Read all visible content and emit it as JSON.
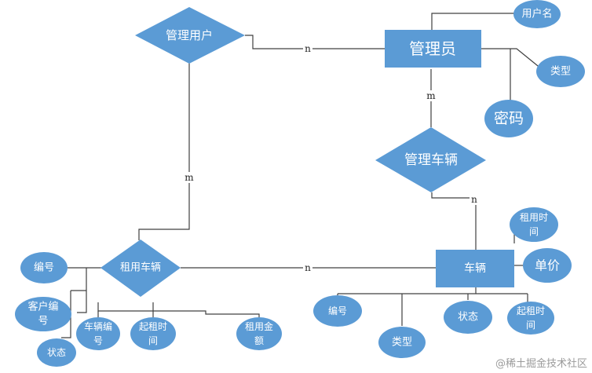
{
  "diagram": {
    "entities": {
      "admin": "管理员",
      "vehicle": "车辆"
    },
    "relationships": {
      "manage_users": "管理用户",
      "manage_vehicles": "管理车辆",
      "rent_vehicle": "租用车辆"
    },
    "attributes": {
      "admin_username": "用户名",
      "admin_type": "类型",
      "admin_password": "密码",
      "vehicle_rent_time": [
        "租用时",
        "间"
      ],
      "vehicle_price": "单价",
      "vehicle_id": "编号",
      "vehicle_type": "类型",
      "vehicle_status": "状态",
      "vehicle_start_time": [
        "起租时",
        "间"
      ],
      "rental_id": "编号",
      "rental_customer_id": [
        "客户编",
        "号"
      ],
      "rental_status": "状态",
      "rental_vehicle_id": [
        "车辆编",
        "号"
      ],
      "rental_start_time": [
        "起租时",
        "间"
      ],
      "rental_amount": [
        "租用金",
        "额"
      ]
    },
    "cardinalities": {
      "manage_users_admin": "n",
      "manage_vehicles_admin": "m",
      "manage_vehicles_vehicle": "n",
      "manage_users_rent": "m",
      "rent_vehicle_n": "n"
    }
  },
  "colors": {
    "fill": "#5b9bd5",
    "line": "#404040",
    "text": "#ffffff"
  },
  "watermark": "@稀土掘金技术社区"
}
